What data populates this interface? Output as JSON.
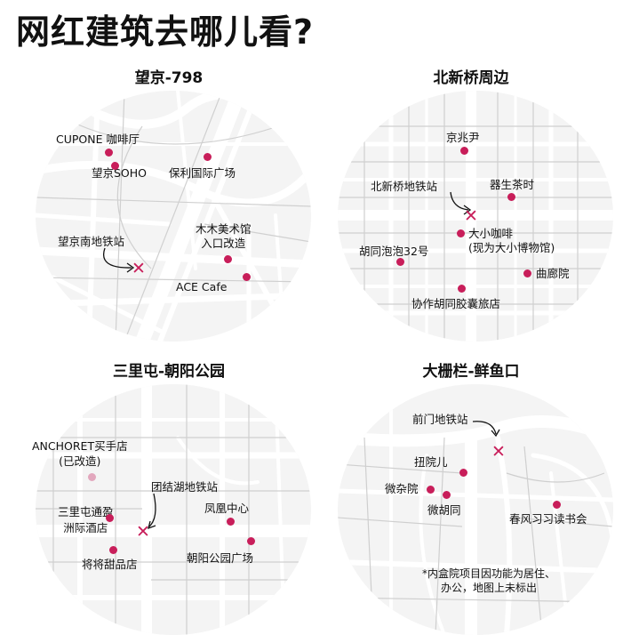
{
  "page_title": "网红建筑去哪儿看?",
  "accent_color": "#c81e5a",
  "maps": [
    {
      "title": "望京-798",
      "labels": [
        "CUPONE 咖啡厅",
        "望京SOHO",
        "保利国际广场",
        "木木美术馆\n入口改造",
        "望京南地铁站",
        "ACE Cafe"
      ],
      "station_icon": "x-mark-icon"
    },
    {
      "title": "北新桥周边",
      "labels": [
        "京兆尹",
        "北新桥地铁站",
        "器生茶时",
        "大小咖啡\n(现为大小博物馆)",
        "胡同泡泡32号",
        "曲廊院",
        "协作胡同胶囊旅店"
      ],
      "station_icon": "x-mark-icon"
    },
    {
      "title": "三里屯-朝阳公园",
      "labels": [
        "ANCHORET买手店\n(已改造)",
        "团结湖地铁站",
        "三里屯通盈\n洲际酒店",
        "凤凰中心",
        "将将甜品店",
        "朝阳公园广场"
      ],
      "station_icon": "x-mark-icon"
    },
    {
      "title": "大栅栏-鲜鱼口",
      "labels": [
        "前门地铁站",
        "扭院儿",
        "微杂院",
        "微胡同",
        "春风习习读书会"
      ],
      "note": "*内盒院项目因功能为居住、\n办公，地图上未标出",
      "station_icon": "x-mark-icon"
    }
  ]
}
